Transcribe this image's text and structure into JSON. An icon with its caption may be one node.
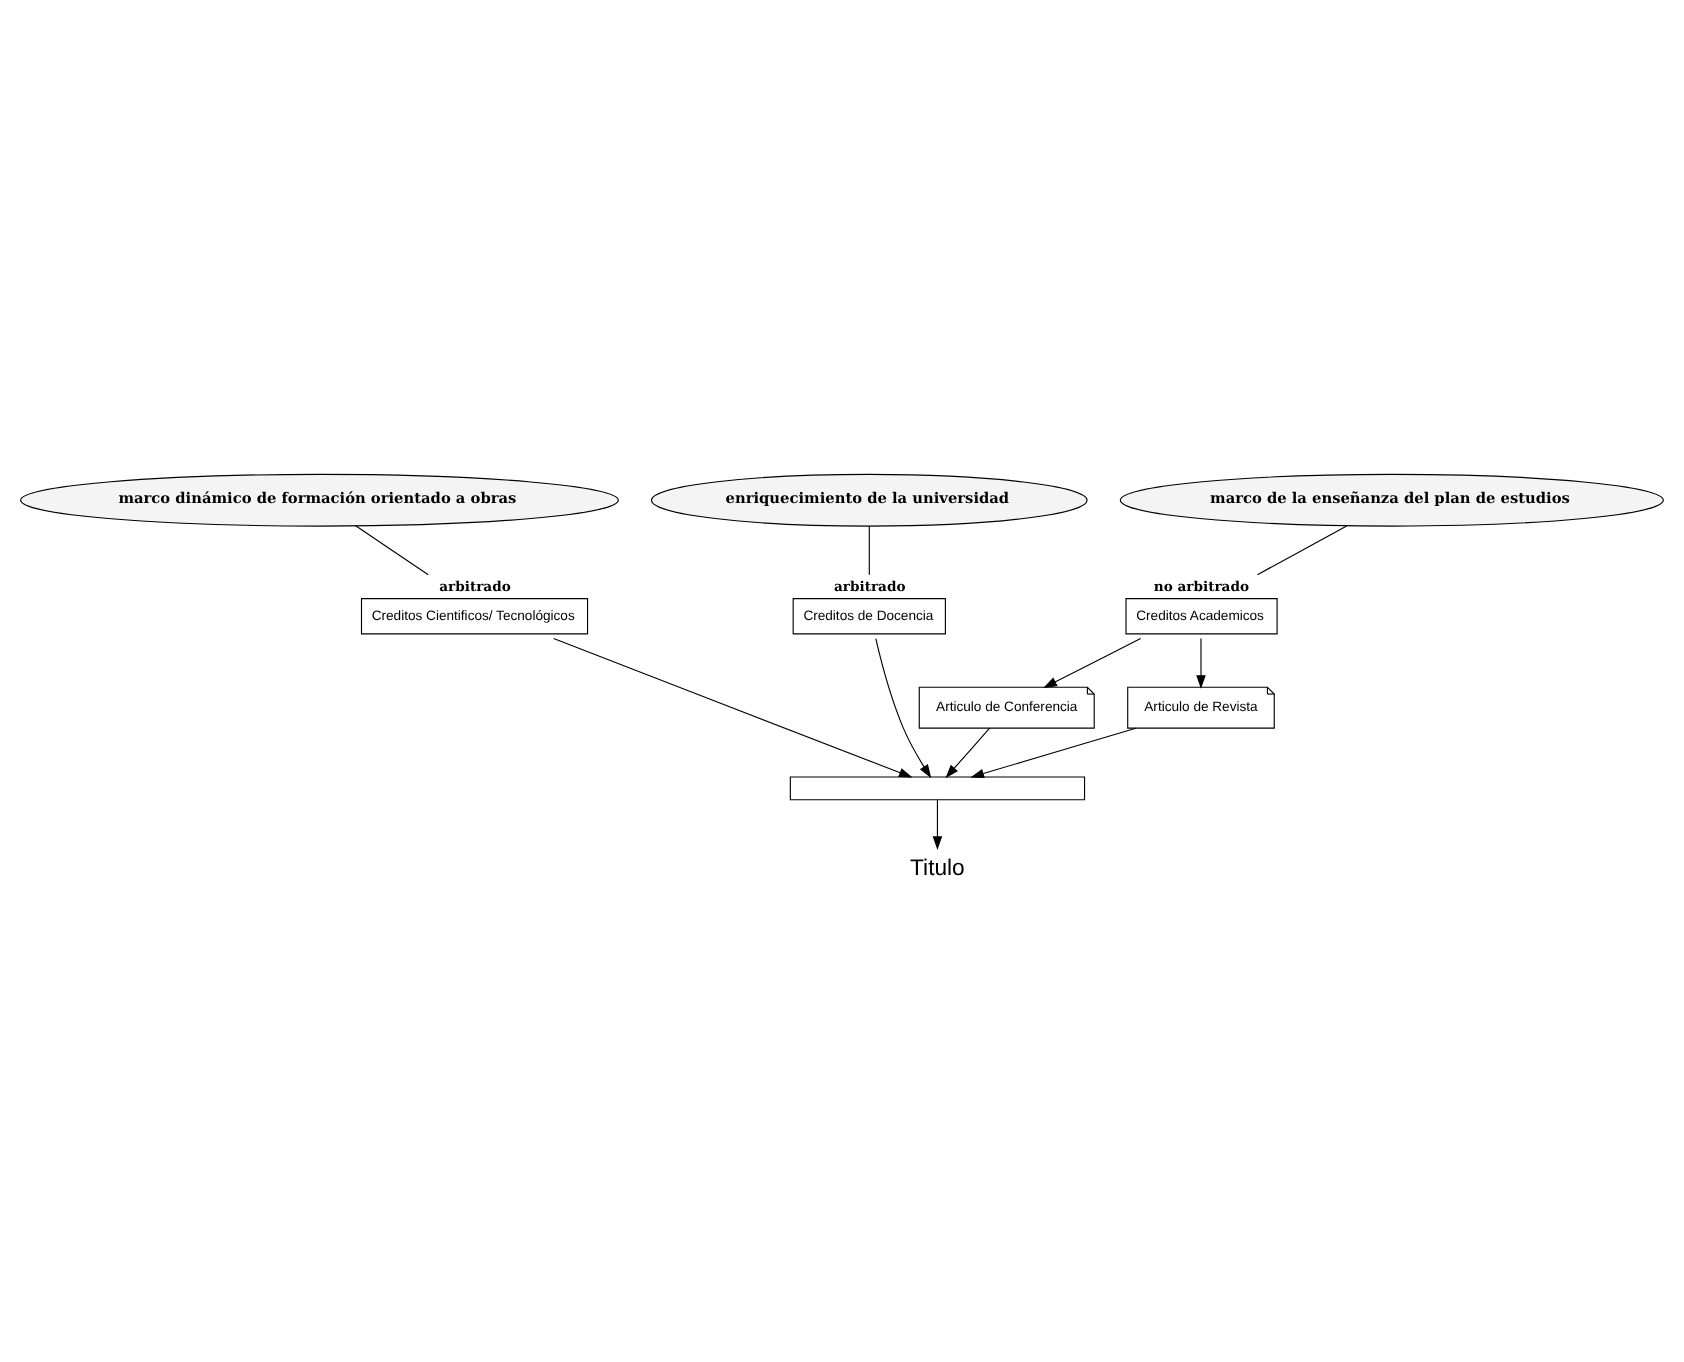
{
  "diagram": {
    "nodes": [
      {
        "text": [
          "marco dinámico de formación orientado a obras"
        ]
      },
      {
        "text": [
          "enriquecimiento de la universidad"
        ]
      },
      {
        "text": [
          "marco de la enseñanza del plan de estudios"
        ]
      },
      {
        "text": [
          "arbitrado",
          "Creditos Cientificos/ Tecnológicos"
        ]
      },
      {
        "text": [
          "arbitrado",
          "Creditos de Docencia"
        ]
      },
      {
        "text": [
          "no arbitrado",
          "Creditos Academicos"
        ]
      },
      {
        "text": [
          "Articulo de Conferencia"
        ]
      },
      {
        "text": [
          "Articulo de Revista"
        ]
      },
      {
        "text": [],
        "shape": "bar"
      },
      {
        "text": [
          "Titulo"
        ]
      }
    ],
    "edges": [
      {
        "from": 0,
        "to": 3,
        "arrow": "none"
      },
      {
        "from": 1,
        "to": 4,
        "arrow": "none"
      },
      {
        "from": 2,
        "to": 5,
        "arrow": "none"
      },
      {
        "from": 5,
        "to": 6,
        "arrow": "to"
      },
      {
        "from": 5,
        "to": 7,
        "arrow": "to"
      },
      {
        "from": 3,
        "to": 8,
        "arrow": "to"
      },
      {
        "from": 4,
        "to": 8,
        "arrow": "to"
      },
      {
        "from": 6,
        "to": 8,
        "arrow": "to"
      },
      {
        "from": 7,
        "to": 8,
        "arrow": "to"
      },
      {
        "from": 8,
        "to": 9,
        "arrow": "to"
      }
    ]
  }
}
